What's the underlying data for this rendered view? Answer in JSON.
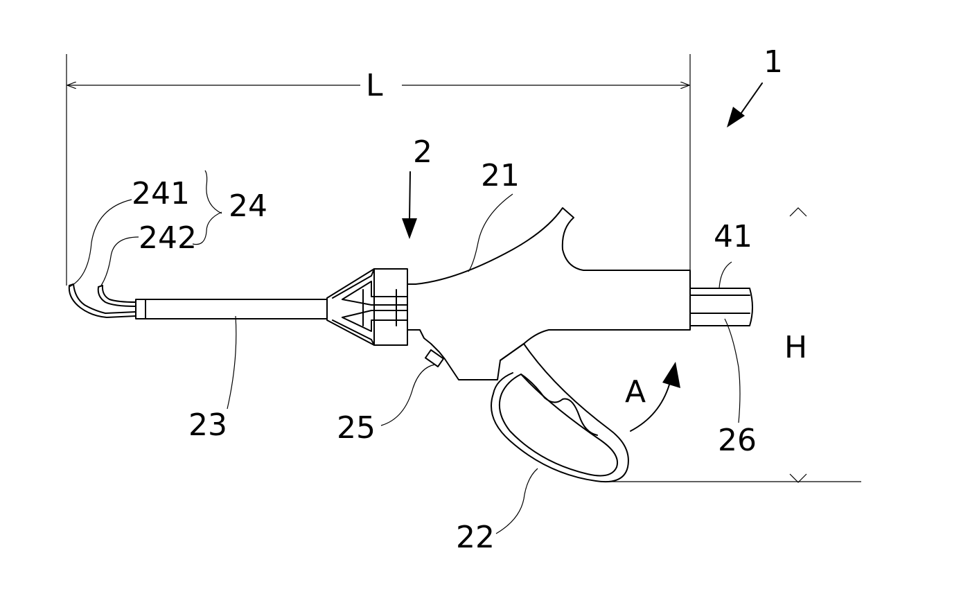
{
  "labels": {
    "device": "1",
    "handpiece": "2",
    "housing": "21",
    "trigger": "22",
    "shaft": "23",
    "tip": "24",
    "tip_jaw_a": "241",
    "tip_jaw_b": "242",
    "connector": "25",
    "cable": "26",
    "cable_sheath": "41",
    "length": "L",
    "height": "H",
    "rotation": "A"
  }
}
